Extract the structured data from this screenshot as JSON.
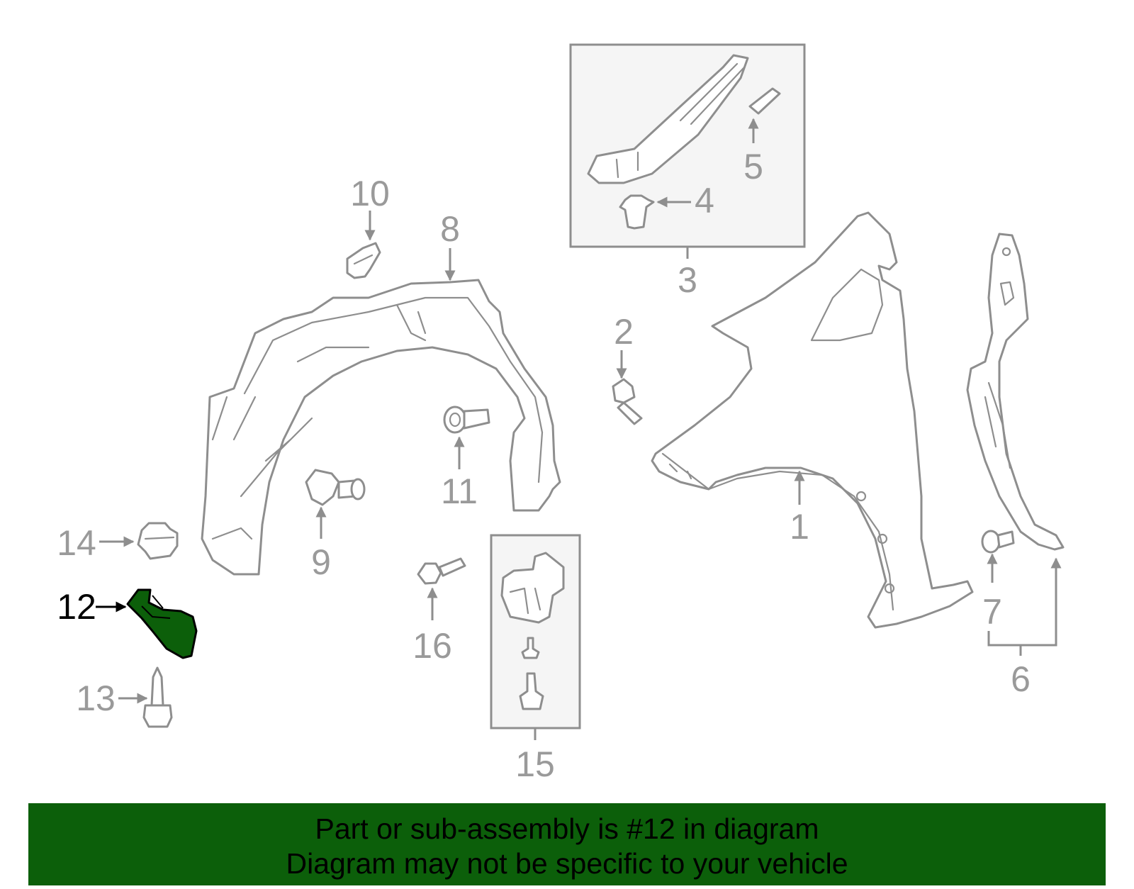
{
  "diagram": {
    "highlight_color": "#0c5f0a",
    "callouts": [
      "1",
      "2",
      "3",
      "4",
      "5",
      "6",
      "7",
      "8",
      "9",
      "10",
      "11",
      "12",
      "13",
      "14",
      "15",
      "16"
    ],
    "highlighted_part": "12"
  },
  "banner": {
    "line1": "Part or sub-assembly is #12 in diagram",
    "line2": "Diagram may not be specific to your vehicle"
  }
}
